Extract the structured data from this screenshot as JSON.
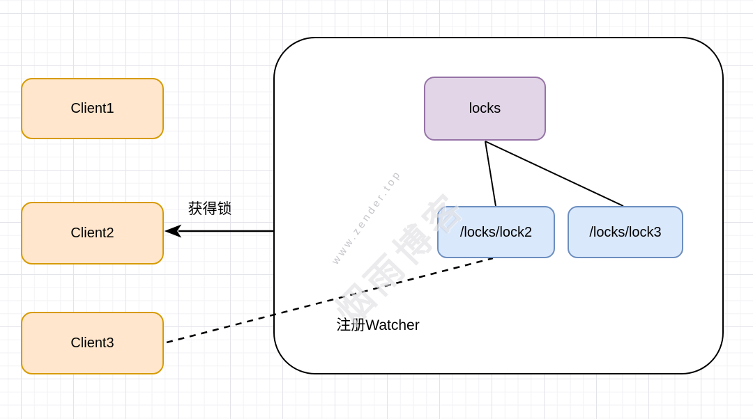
{
  "clients": [
    {
      "label": "Client1"
    },
    {
      "label": "Client2"
    },
    {
      "label": "Client3"
    }
  ],
  "zookeeper": {
    "root": {
      "label": "locks"
    },
    "nodes": [
      {
        "label": "/locks/lock2"
      },
      {
        "label": "/locks/lock3"
      }
    ]
  },
  "edges": {
    "acquire_lock_label": "获得锁",
    "register_watcher_label": "注册Watcher"
  },
  "watermark": {
    "url": "www.zender.top",
    "brand": "烟雨博客"
  },
  "colors": {
    "client_fill": "#FFE6CC",
    "client_border": "#D79B00",
    "root_fill": "#E1D5E7",
    "root_border": "#9673A6",
    "node_fill": "#DAE8FC",
    "node_border": "#6C8EBF",
    "container_border": "#000000",
    "edge_stroke": "#000000"
  }
}
